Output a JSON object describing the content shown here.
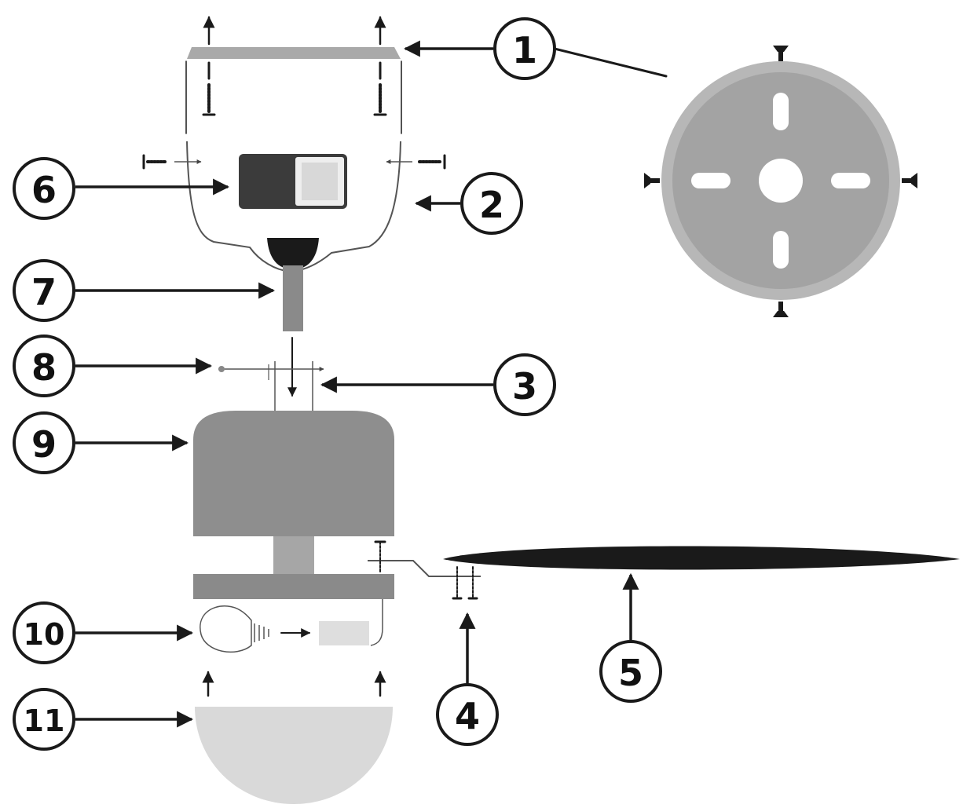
{
  "colors": {
    "ink": "#1a1a1a",
    "mount_plate": "#a9a9a9",
    "plate_hole": "#ffffff",
    "switch_body": "#3b3b3b",
    "switch_window": "#dcdcdc",
    "motor": "#8e8e8e",
    "flange": "#8a8a8a",
    "blade": "#1a1a1a",
    "glass_bowl": "#d9d9d9",
    "bulb": "#f4f4f4"
  },
  "callouts": [
    {
      "id": "callout-1",
      "label": "1",
      "part": "ceiling mounting plate",
      "icon": "circled-number"
    },
    {
      "id": "callout-2",
      "label": "2",
      "part": "canopy",
      "icon": "circled-number"
    },
    {
      "id": "callout-3",
      "label": "3",
      "part": "motor bracket",
      "icon": "circled-number"
    },
    {
      "id": "callout-4",
      "label": "4",
      "part": "blade screws",
      "icon": "circled-number"
    },
    {
      "id": "callout-5",
      "label": "5",
      "part": "fan blade",
      "icon": "circled-number"
    },
    {
      "id": "callout-6",
      "label": "6",
      "part": "switch box",
      "icon": "circled-number"
    },
    {
      "id": "callout-7",
      "label": "7",
      "part": "downrod",
      "icon": "circled-number"
    },
    {
      "id": "callout-8",
      "label": "8",
      "part": "cross pin",
      "icon": "circled-number"
    },
    {
      "id": "callout-9",
      "label": "9",
      "part": "motor housing",
      "icon": "circled-number"
    },
    {
      "id": "callout-10",
      "label": "10",
      "part": "light bulb and socket",
      "icon": "circled-number"
    },
    {
      "id": "callout-11",
      "label": "11",
      "part": "glass bowl",
      "icon": "circled-number"
    }
  ]
}
